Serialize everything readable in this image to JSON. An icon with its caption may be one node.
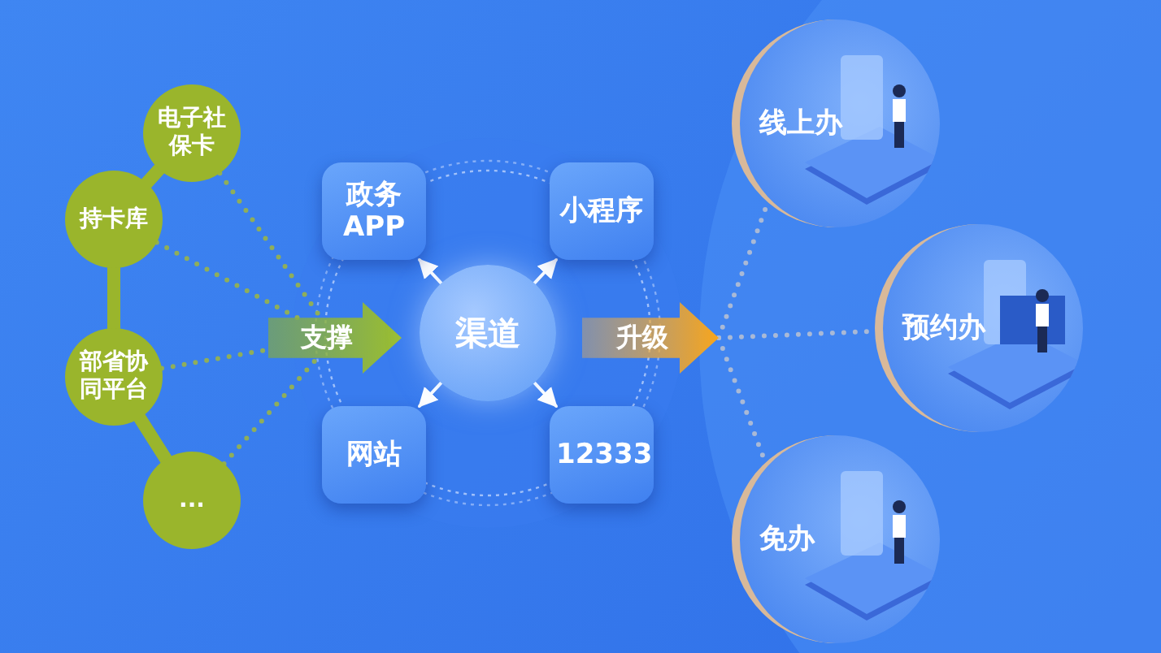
{
  "diagram": {
    "nodes": [
      {
        "text": [
          "电子社保卡"
        ]
      },
      {
        "text": [
          "持卡库"
        ]
      },
      {
        "text": [
          "部省协同平台"
        ]
      },
      {
        "text": [
          "..."
        ]
      },
      {
        "text": [
          "支撑"
        ]
      },
      {
        "text": [
          "渠道"
        ]
      },
      {
        "text": [
          "政务APP"
        ]
      },
      {
        "text": [
          "小程序"
        ]
      },
      {
        "text": [
          "网站"
        ]
      },
      {
        "text": [
          "12333"
        ]
      },
      {
        "text": [
          "升级"
        ]
      },
      {
        "text": [
          "线上办"
        ]
      },
      {
        "text": [
          "预约办"
        ]
      },
      {
        "text": [
          "免办"
        ]
      }
    ],
    "edges": [
      {
        "from": 0,
        "to": 1,
        "arrow": "none",
        "style": "thick",
        "color": "#9ab52c"
      },
      {
        "from": 1,
        "to": 2,
        "arrow": "none",
        "style": "thick",
        "color": "#9ab52c"
      },
      {
        "from": 2,
        "to": 3,
        "arrow": "none",
        "style": "thick",
        "color": "#9ab52c"
      },
      {
        "from": 0,
        "to": 4,
        "arrow": "none",
        "style": "dashed",
        "color": "#8fae5a"
      },
      {
        "from": 1,
        "to": 4,
        "arrow": "none",
        "style": "dashed",
        "color": "#8fae5a"
      },
      {
        "from": 2,
        "to": 4,
        "arrow": "none",
        "style": "dashed",
        "color": "#8fae5a"
      },
      {
        "from": 3,
        "to": 4,
        "arrow": "none",
        "style": "dashed",
        "color": "#8fae5a"
      },
      {
        "from": 5,
        "to": 6,
        "arrow": "to",
        "color": "#ffffff"
      },
      {
        "from": 5,
        "to": 7,
        "arrow": "to",
        "color": "#ffffff"
      },
      {
        "from": 5,
        "to": 8,
        "arrow": "to",
        "color": "#ffffff"
      },
      {
        "from": 5,
        "to": 9,
        "arrow": "to",
        "color": "#ffffff"
      },
      {
        "from": 10,
        "to": 11,
        "arrow": "none",
        "style": "dashed",
        "color": "#a9b9d6"
      },
      {
        "from": 10,
        "to": 12,
        "arrow": "none",
        "style": "dashed",
        "color": "#a9b9d6"
      },
      {
        "from": 10,
        "to": 13,
        "arrow": "none",
        "style": "dashed",
        "color": "#a9b9d6"
      }
    ]
  }
}
